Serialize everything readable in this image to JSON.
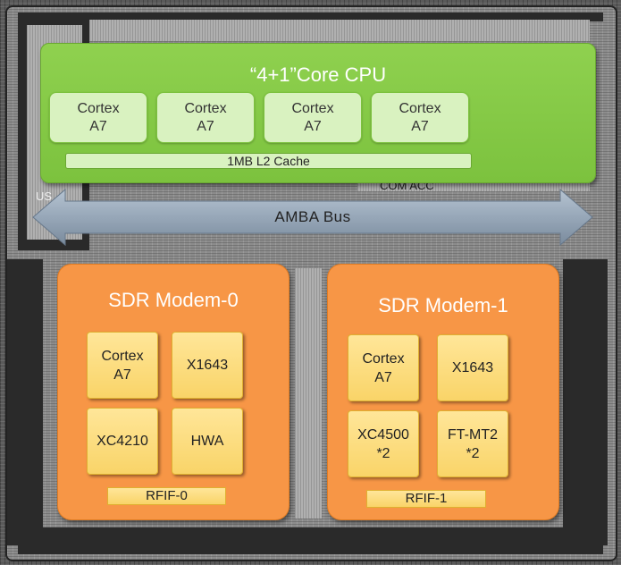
{
  "die": {
    "usb_label": "US",
    "com_acc_label": "COM  ACC"
  },
  "cpu": {
    "title": "“4+1”Core  CPU",
    "cores": [
      {
        "line1": "Cortex",
        "line2": "A7"
      },
      {
        "line1": "Cortex",
        "line2": "A7"
      },
      {
        "line1": "Cortex",
        "line2": "A7"
      },
      {
        "line1": "Cortex",
        "line2": "A7"
      }
    ],
    "cache": "1MB L2 Cache"
  },
  "bus": {
    "label": "AMBA  Bus"
  },
  "modem0": {
    "title": "SDR Modem-0",
    "blocks": [
      {
        "line1": "Cortex",
        "line2": "A7"
      },
      {
        "line1": "X1643",
        "line2": ""
      },
      {
        "line1": "XC4210",
        "line2": ""
      },
      {
        "line1": "HWA",
        "line2": ""
      }
    ],
    "rfif": "RFIF-0"
  },
  "modem1": {
    "title": "SDR Modem-1",
    "blocks": [
      {
        "line1": "Cortex",
        "line2": "A7"
      },
      {
        "line1": "X1643",
        "line2": ""
      },
      {
        "line1": "XC4500",
        "line2": "*2"
      },
      {
        "line1": "FT-MT2",
        "line2": "*2"
      }
    ],
    "rfif": "RFIF-1"
  },
  "colors": {
    "cpu_green": "#7cc23e",
    "core_green": "#d9f2c0",
    "modem_orange": "#f79646",
    "block_yellow": "#ffe699",
    "bus_steel": "#8597aa"
  }
}
